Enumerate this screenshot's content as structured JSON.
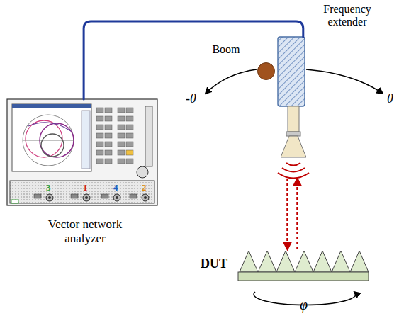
{
  "diagram": {
    "nodes": [
      {
        "text": [
          "Vector network analyzer"
        ]
      },
      {
        "text": [
          "Frequency extender"
        ]
      },
      {
        "text": [
          "Boom"
        ]
      },
      {
        "text": [
          "DUT"
        ]
      }
    ],
    "edges": [
      {
        "from": 0,
        "to": 1,
        "arrow": "none"
      },
      {
        "from": 1,
        "to": 3,
        "arrow": "to"
      },
      {
        "from": 3,
        "to": 1,
        "arrow": "to"
      }
    ],
    "labels": [
      "-θ",
      "θ",
      "φ",
      "3",
      "1",
      "4",
      "2"
    ]
  }
}
